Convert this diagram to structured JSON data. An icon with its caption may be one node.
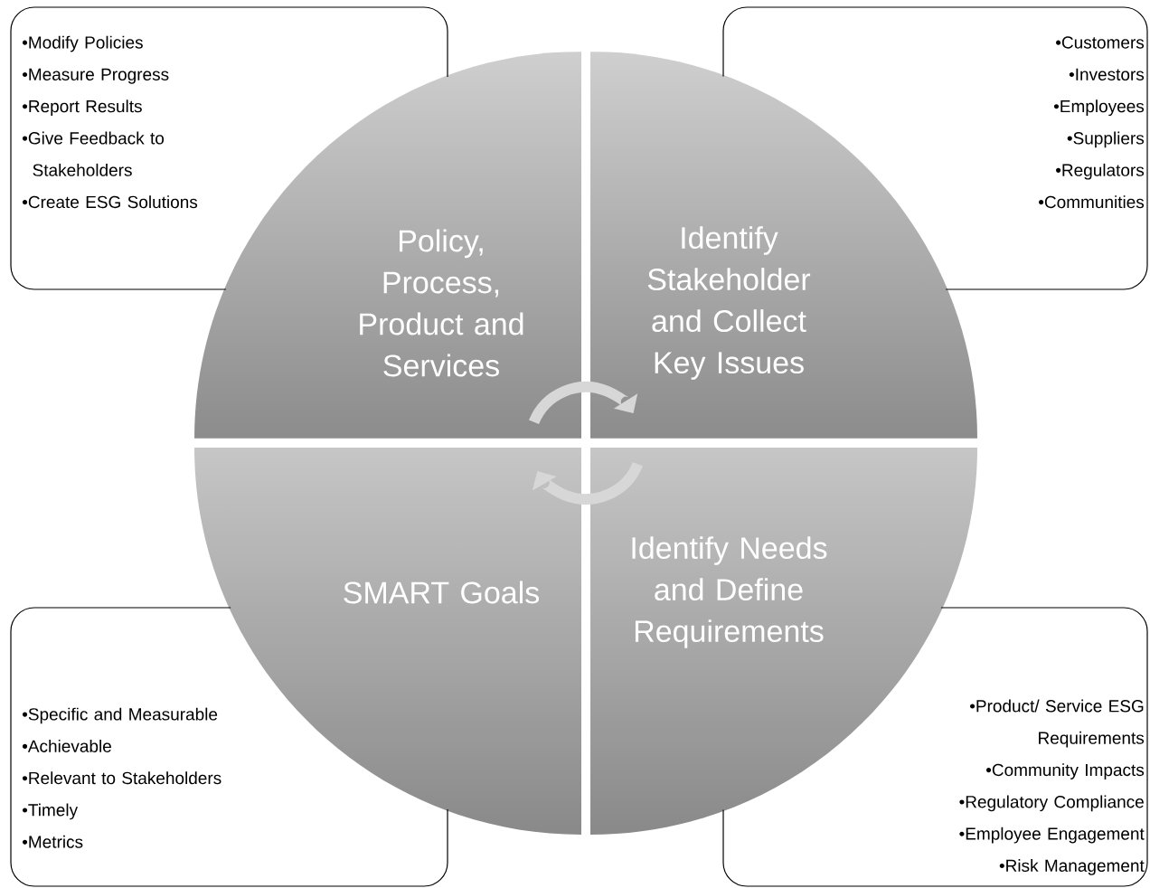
{
  "diagram": {
    "nodes": [
      {
        "text": [
          "•Modify Policies",
          "•Measure Progress",
          "•Report Results",
          "•Give Feedback to Stakeholders",
          "•Create ESG Solutions"
        ]
      },
      {
        "text": [
          "•Customers",
          "•Investors",
          "•Employees",
          "•Suppliers",
          "•Regulators",
          "•Communities"
        ]
      },
      {
        "text": [
          "Policy, Process, Product and Services"
        ]
      },
      {
        "text": [
          "Identify Stakeholder and Collect Key Issues"
        ]
      },
      {
        "text": [
          "SMART Goals"
        ]
      },
      {
        "text": [
          "Identify Needs and Define Requirements"
        ]
      },
      {
        "text": [
          "•Specific and Measurable",
          "•Achievable",
          "•Relevant to Stakeholders",
          "•Timely",
          "•Metrics"
        ]
      },
      {
        "text": [
          "•Product/ Service ESG Requirements",
          "•Community Impacts",
          "•Regulatory Compliance",
          "•Employee Engagement",
          "•Risk Management"
        ]
      }
    ]
  }
}
